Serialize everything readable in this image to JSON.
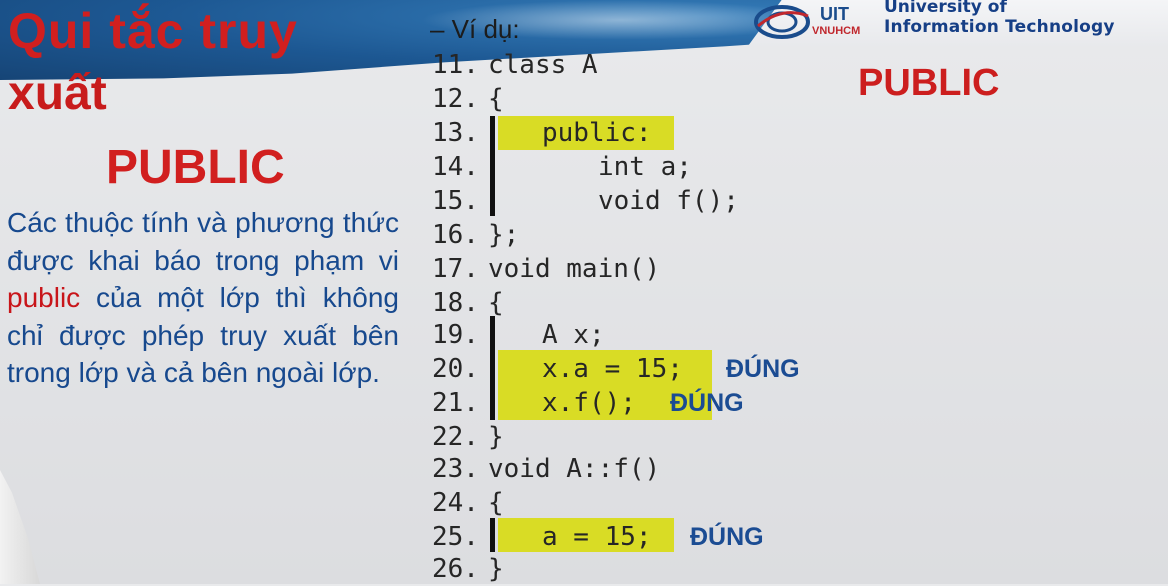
{
  "slide": {
    "title_line1": "Qui tắc truy",
    "title_line2": "xuất",
    "public_left": "PUBLIC",
    "public_right": "PUBLIC",
    "description": {
      "part1": "Các thuộc tính và phương thức được khai báo trong phạm vi ",
      "keyword": "public",
      "part2": " của một lớp thì không chỉ được phép truy xuất bên trong lớp và cả bên ngoài lớp."
    },
    "example_label": "– Ví dụ:"
  },
  "logo": {
    "uit": "UIT",
    "vnuhcm": "VNUHCM",
    "university_line1": "University of",
    "university_line2": "Information Technology"
  },
  "code_lines": [
    {
      "num": "11.",
      "text": "class A"
    },
    {
      "num": "12.",
      "text": "{"
    },
    {
      "num": "13.",
      "text": "public:"
    },
    {
      "num": "14.",
      "text": "int a;"
    },
    {
      "num": "15.",
      "text": "void f();"
    },
    {
      "num": "16.",
      "text": "};"
    },
    {
      "num": "17.",
      "text": "void main()"
    },
    {
      "num": "18.",
      "text": "{"
    },
    {
      "num": "19.",
      "text": "A x;"
    },
    {
      "num": "20.",
      "text": "x.a = 15;"
    },
    {
      "num": "21.",
      "text": "x.f();"
    },
    {
      "num": "22.",
      "text": "}"
    },
    {
      "num": "23.",
      "text": "void A::f()"
    },
    {
      "num": "24.",
      "text": "{"
    },
    {
      "num": "25.",
      "text": "a = 15;"
    },
    {
      "num": "26.",
      "text": "}"
    }
  ],
  "annotations": {
    "line20": "ĐÚNG",
    "line21": "ĐÚNG",
    "line25": "ĐÚNG"
  },
  "colors": {
    "title_red": "#d11f1f",
    "text_blue": "#17498e",
    "highlight_yellow": "#d9dc25",
    "band_blue": "#12508e"
  }
}
